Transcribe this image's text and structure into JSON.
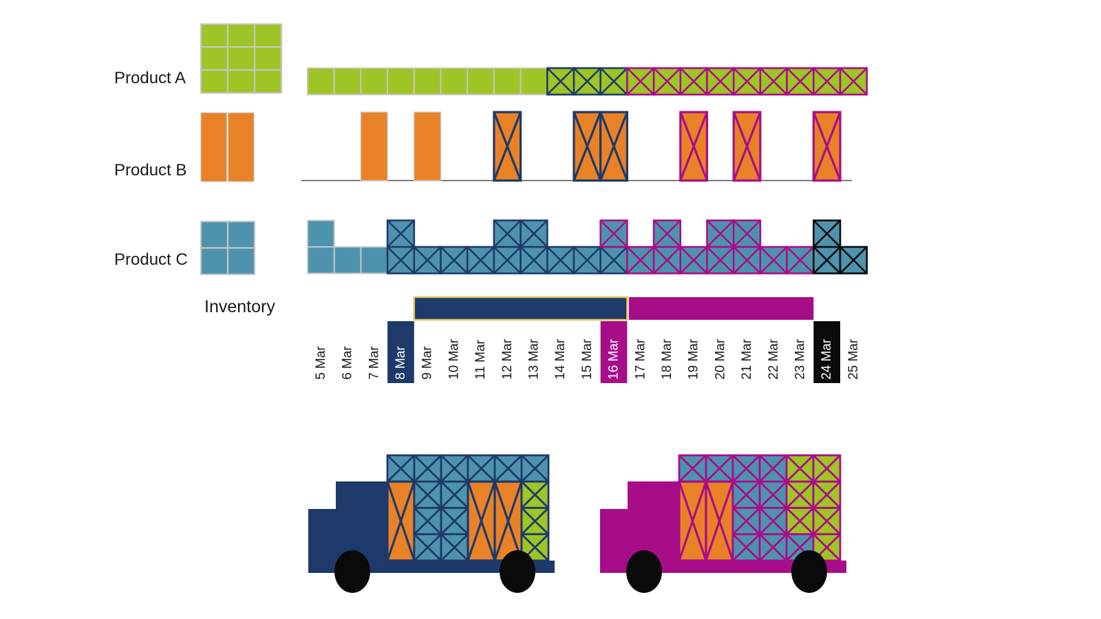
{
  "colors": {
    "green": "#9EC425",
    "orange": "#E98227",
    "teal": "#4E93AE",
    "navy": "#1D3A6A",
    "magenta": "#A80D89",
    "black": "#0A0A0A",
    "gold": "#E7C45C",
    "plain_border": "#C6C6C6",
    "baseline": "#4D4D4D",
    "text": "#1A1A1A",
    "white": "#FFFFFF"
  },
  "labels": {
    "product_a": "Product A",
    "product_b": "Product B",
    "product_c": "Product C",
    "inventory": "Inventory"
  },
  "legend": {
    "product_a": {
      "rows": 3,
      "cols": 3,
      "fill": "green"
    },
    "product_b": {
      "bars": 2,
      "fill": "orange"
    },
    "product_c": {
      "rows": 2,
      "cols": 2,
      "fill": "teal"
    }
  },
  "timeline": {
    "dates": [
      "5 Mar",
      "6 Mar",
      "7 Mar",
      "8 Mar",
      "9 Mar",
      "10 Mar",
      "11 Mar",
      "12 Mar",
      "13 Mar",
      "14 Mar",
      "15 Mar",
      "16 Mar",
      "17 Mar",
      "18 Mar",
      "19 Mar",
      "20 Mar",
      "21 Mar",
      "22 Mar",
      "23 Mar",
      "24 Mar",
      "25 Mar"
    ],
    "highlights": [
      {
        "date": "8 Mar",
        "bg": "navy",
        "text_color": "white"
      },
      {
        "date": "16 Mar",
        "bg": "magenta",
        "text_color": "white"
      },
      {
        "date": "24 Mar",
        "bg": "black",
        "text_color": "white"
      }
    ]
  },
  "product_a": {
    "row_styles": [
      "plain",
      "plain",
      "plain",
      "plain",
      "plain",
      "plain",
      "plain",
      "plain",
      "plain",
      "x-navy",
      "x-navy",
      "x-navy",
      "x-magenta",
      "x-magenta",
      "x-magenta",
      "x-magenta",
      "x-magenta",
      "x-magenta",
      "x-magenta",
      "x-magenta",
      "x-magenta"
    ]
  },
  "product_b": {
    "bars": [
      {
        "date": "7 Mar",
        "span": 1,
        "style": "plain"
      },
      {
        "date": "9 Mar",
        "span": 1,
        "style": "plain"
      },
      {
        "date": "12 Mar",
        "span": 1,
        "style": "x-navy"
      },
      {
        "date": "15 Mar",
        "span": 2,
        "style": "x-navy"
      },
      {
        "date": "19 Mar",
        "span": 1,
        "style": "x-magenta"
      },
      {
        "date": "21 Mar",
        "span": 1,
        "style": "x-magenta"
      },
      {
        "date": "24 Mar",
        "span": 1,
        "style": "x-magenta"
      }
    ]
  },
  "product_c": {
    "bottom_row_styles": [
      "plain",
      "plain",
      "plain",
      "x-navy",
      "x-navy",
      "x-navy",
      "x-navy",
      "x-navy",
      "x-navy",
      "x-navy",
      "x-navy",
      "x-navy",
      "x-magenta",
      "x-magenta",
      "x-magenta",
      "x-magenta",
      "x-magenta",
      "x-magenta",
      "x-magenta",
      "x-black",
      "x-black"
    ],
    "top_squares": [
      {
        "date": "5 Mar",
        "style": "plain"
      },
      {
        "date": "8 Mar",
        "style": "x-navy"
      },
      {
        "date": "12 Mar",
        "style": "x-navy"
      },
      {
        "date": "13 Mar",
        "style": "x-navy"
      },
      {
        "date": "16 Mar",
        "style": "x-magenta"
      },
      {
        "date": "18 Mar",
        "style": "x-magenta"
      },
      {
        "date": "20 Mar",
        "style": "x-magenta"
      },
      {
        "date": "21 Mar",
        "style": "x-magenta"
      },
      {
        "date": "24 Mar",
        "style": "x-black"
      }
    ]
  },
  "inventory_bars": [
    {
      "start": "9 Mar",
      "end": "16 Mar",
      "fill": "navy",
      "stroke": "gold"
    },
    {
      "start": "17 Mar",
      "end": "23 Mar",
      "fill": "magenta",
      "stroke": null
    }
  ],
  "trucks": [
    {
      "name": "truck-1",
      "body": "navy",
      "x_style": "x-navy",
      "cargo_top_row": [
        "teal",
        "teal",
        "teal",
        "teal",
        "teal",
        "teal"
      ],
      "cargo_columns": [
        {
          "bar": "orange"
        },
        {
          "cells": [
            "teal",
            "teal",
            "teal"
          ]
        },
        {
          "cells": [
            "teal",
            "teal",
            "teal"
          ]
        },
        {
          "bar": "orange"
        },
        {
          "bar": "orange"
        },
        {
          "cells": [
            "green",
            "green",
            "green"
          ]
        }
      ]
    },
    {
      "name": "truck-2",
      "body": "magenta",
      "x_style": "x-magenta",
      "cargo_top_row": [
        "teal",
        "teal",
        "teal",
        "teal",
        "green",
        "green"
      ],
      "cargo_columns": [
        {
          "bar": "orange"
        },
        {
          "bar": "orange"
        },
        {
          "cells": [
            "teal",
            "teal",
            "teal"
          ]
        },
        {
          "cells": [
            "teal",
            "teal",
            "teal"
          ]
        },
        {
          "cells": [
            "green",
            "green",
            "teal"
          ]
        },
        {
          "cells": [
            "green",
            "green",
            "green"
          ]
        }
      ]
    }
  ]
}
